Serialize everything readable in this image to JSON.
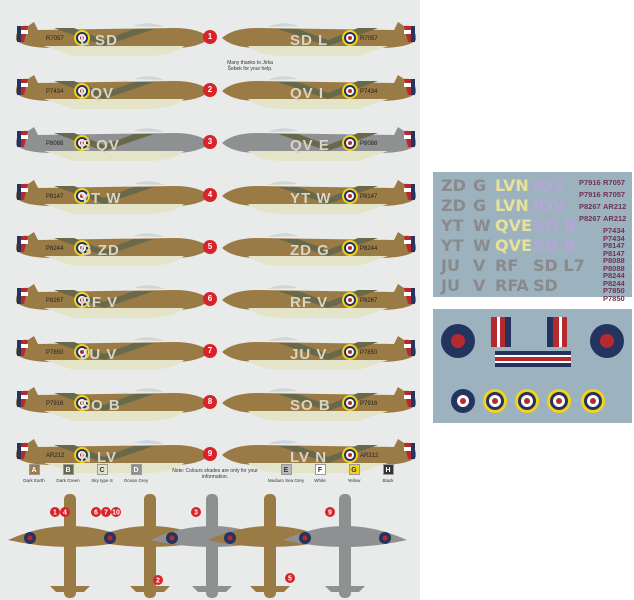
{
  "thanks": "Many thanks to Jirka Šebek for your help.",
  "profiles": [
    {
      "n": "1",
      "left": "L SD",
      "right": "SD L",
      "serial": "R7057"
    },
    {
      "n": "2",
      "left": "I QV",
      "right": "QV I",
      "serial": "P7434"
    },
    {
      "n": "3",
      "left": "E QV",
      "right": "QV E",
      "serial": "P8088"
    },
    {
      "n": "4",
      "left": "YT W",
      "right": "YT W",
      "serial": "P8147"
    },
    {
      "n": "5",
      "left": "G ZD",
      "right": "ZD G",
      "serial": "P8244"
    },
    {
      "n": "6",
      "left": "RF V",
      "right": "RF V",
      "serial": "P8267"
    },
    {
      "n": "7",
      "left": "JU V",
      "right": "JU V",
      "serial": "P7850"
    },
    {
      "n": "8",
      "left": "SO B",
      "right": "SO B",
      "serial": "P7916"
    },
    {
      "n": "9",
      "left": "N LV",
      "right": "LV N",
      "serial": "AR212"
    }
  ],
  "legend": [
    {
      "k": "A",
      "label": "Dark Earth",
      "color": "#9a7a45"
    },
    {
      "k": "B",
      "label": "Dark Green",
      "color": "#68694a"
    },
    {
      "k": "C",
      "label": "Sky type S",
      "color": "#e4e4c8"
    },
    {
      "k": "D",
      "label": "Ocean Grey",
      "color": "#8e9092"
    },
    {
      "k": "E",
      "label": "Medium Sea Grey",
      "color": "#b6b8b8"
    },
    {
      "k": "F",
      "label": "White",
      "color": "#ffffff"
    },
    {
      "k": "G",
      "label": "Yellow",
      "color": "#f2d21a"
    },
    {
      "k": "H",
      "label": "Black",
      "color": "#333333"
    }
  ],
  "note": "Note: Colours shades are only for your information.",
  "plan_badges": [
    "1",
    "4",
    "6",
    "7",
    "10",
    "2",
    "3",
    "5",
    "9"
  ],
  "decal": {
    "rows": [
      [
        "ZD",
        "G",
        "LVN",
        "IQV"
      ],
      [
        "ZD",
        "G",
        "LVN",
        "IQV"
      ],
      [
        "YT",
        "W",
        "QVE",
        "SO B"
      ],
      [
        "YT",
        "W",
        "QVE",
        "SO B"
      ],
      [
        "JU",
        "V",
        "RF",
        "SD L7"
      ],
      [
        "JU",
        "V",
        "RFA",
        "SD"
      ]
    ],
    "serials": [
      "P7916",
      "R7057",
      "P7916",
      "R7057",
      "P8267",
      "AR212",
      "P8267",
      "AR212",
      "P7434",
      "P7434",
      "P8147",
      "P8147",
      "P8088",
      "P8088",
      "P8244",
      "P8244",
      "P7850",
      "P7850"
    ]
  }
}
